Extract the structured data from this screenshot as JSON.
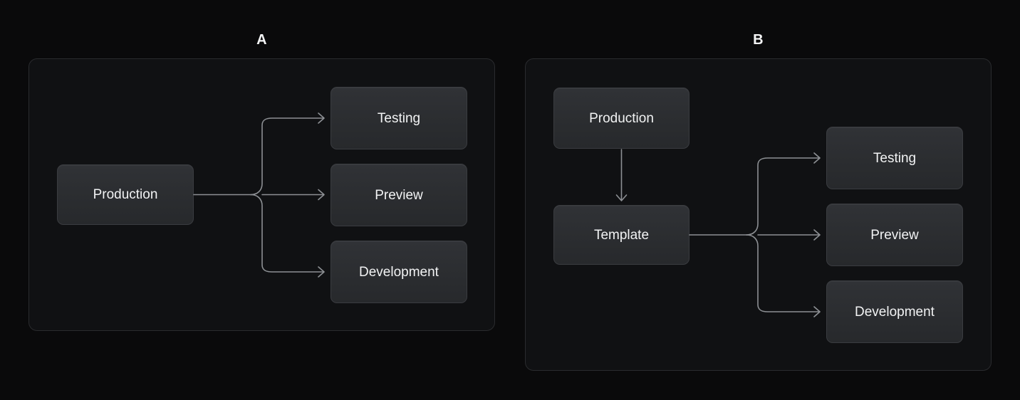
{
  "background_color": "#0a0a0b",
  "panel_bg_color": "#101113",
  "panel_border_color": "#2a2b2e",
  "node_fill_top": "#303236",
  "node_fill_bottom": "#27292c",
  "node_border_color": "#3a3c40",
  "node_text_color": "#f2f3f4",
  "connector_color": "#8d9094",
  "panels": [
    {
      "id": "a",
      "caption": "A",
      "nodes": [
        {
          "id": "a-production",
          "label": "Production"
        },
        {
          "id": "a-testing",
          "label": "Testing"
        },
        {
          "id": "a-preview",
          "label": "Preview"
        },
        {
          "id": "a-development",
          "label": "Development"
        }
      ],
      "edges": [
        {
          "from": "Production",
          "to": "Testing"
        },
        {
          "from": "Production",
          "to": "Preview"
        },
        {
          "from": "Production",
          "to": "Development"
        }
      ]
    },
    {
      "id": "b",
      "caption": "B",
      "nodes": [
        {
          "id": "b-production",
          "label": "Production"
        },
        {
          "id": "b-template",
          "label": "Template"
        },
        {
          "id": "b-testing",
          "label": "Testing"
        },
        {
          "id": "b-preview",
          "label": "Preview"
        },
        {
          "id": "b-development",
          "label": "Development"
        }
      ],
      "edges": [
        {
          "from": "Production",
          "to": "Template"
        },
        {
          "from": "Template",
          "to": "Testing"
        },
        {
          "from": "Template",
          "to": "Preview"
        },
        {
          "from": "Template",
          "to": "Development"
        }
      ]
    }
  ]
}
